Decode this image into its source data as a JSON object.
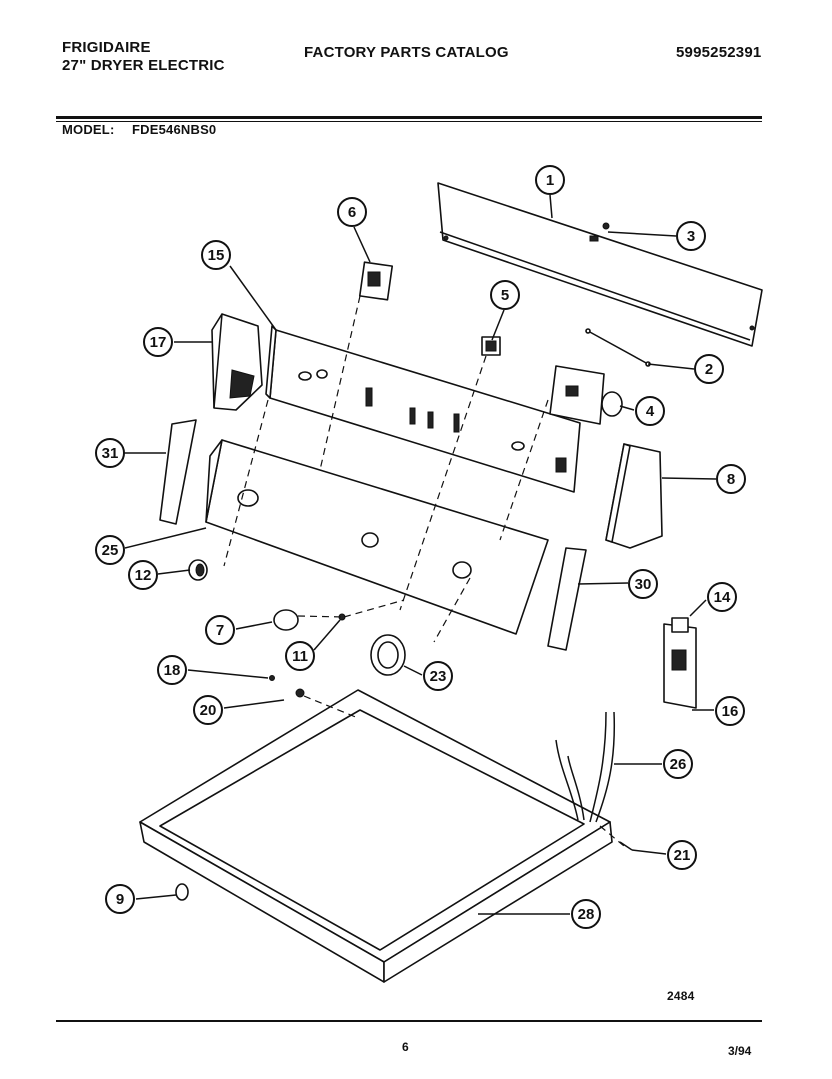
{
  "header": {
    "brand": "FRIGIDAIRE",
    "product": "27\" DRYER ELECTRIC",
    "catalog_title": "FACTORY PARTS CATALOG",
    "catalog_number": "5995252391",
    "model_label": "MODEL:",
    "model_number": "FDE546NBS0"
  },
  "footer": {
    "figure_code": "2484",
    "page_number": "6",
    "date_code": "3/94"
  },
  "callouts": [
    {
      "id": "c1",
      "label": "1"
    },
    {
      "id": "c2",
      "label": "2"
    },
    {
      "id": "c3",
      "label": "3"
    },
    {
      "id": "c4",
      "label": "4"
    },
    {
      "id": "c5",
      "label": "5"
    },
    {
      "id": "c6",
      "label": "6"
    },
    {
      "id": "c7",
      "label": "7"
    },
    {
      "id": "c8",
      "label": "8"
    },
    {
      "id": "c9",
      "label": "9"
    },
    {
      "id": "c11",
      "label": "11"
    },
    {
      "id": "c12",
      "label": "12"
    },
    {
      "id": "c14",
      "label": "14"
    },
    {
      "id": "c15",
      "label": "15"
    },
    {
      "id": "c16",
      "label": "16"
    },
    {
      "id": "c17",
      "label": "17"
    },
    {
      "id": "c18",
      "label": "18"
    },
    {
      "id": "c20",
      "label": "20"
    },
    {
      "id": "c21",
      "label": "21"
    },
    {
      "id": "c23",
      "label": "23"
    },
    {
      "id": "c25",
      "label": "25"
    },
    {
      "id": "c26",
      "label": "26"
    },
    {
      "id": "c28",
      "label": "28"
    },
    {
      "id": "c30",
      "label": "30"
    },
    {
      "id": "c31",
      "label": "31"
    }
  ]
}
